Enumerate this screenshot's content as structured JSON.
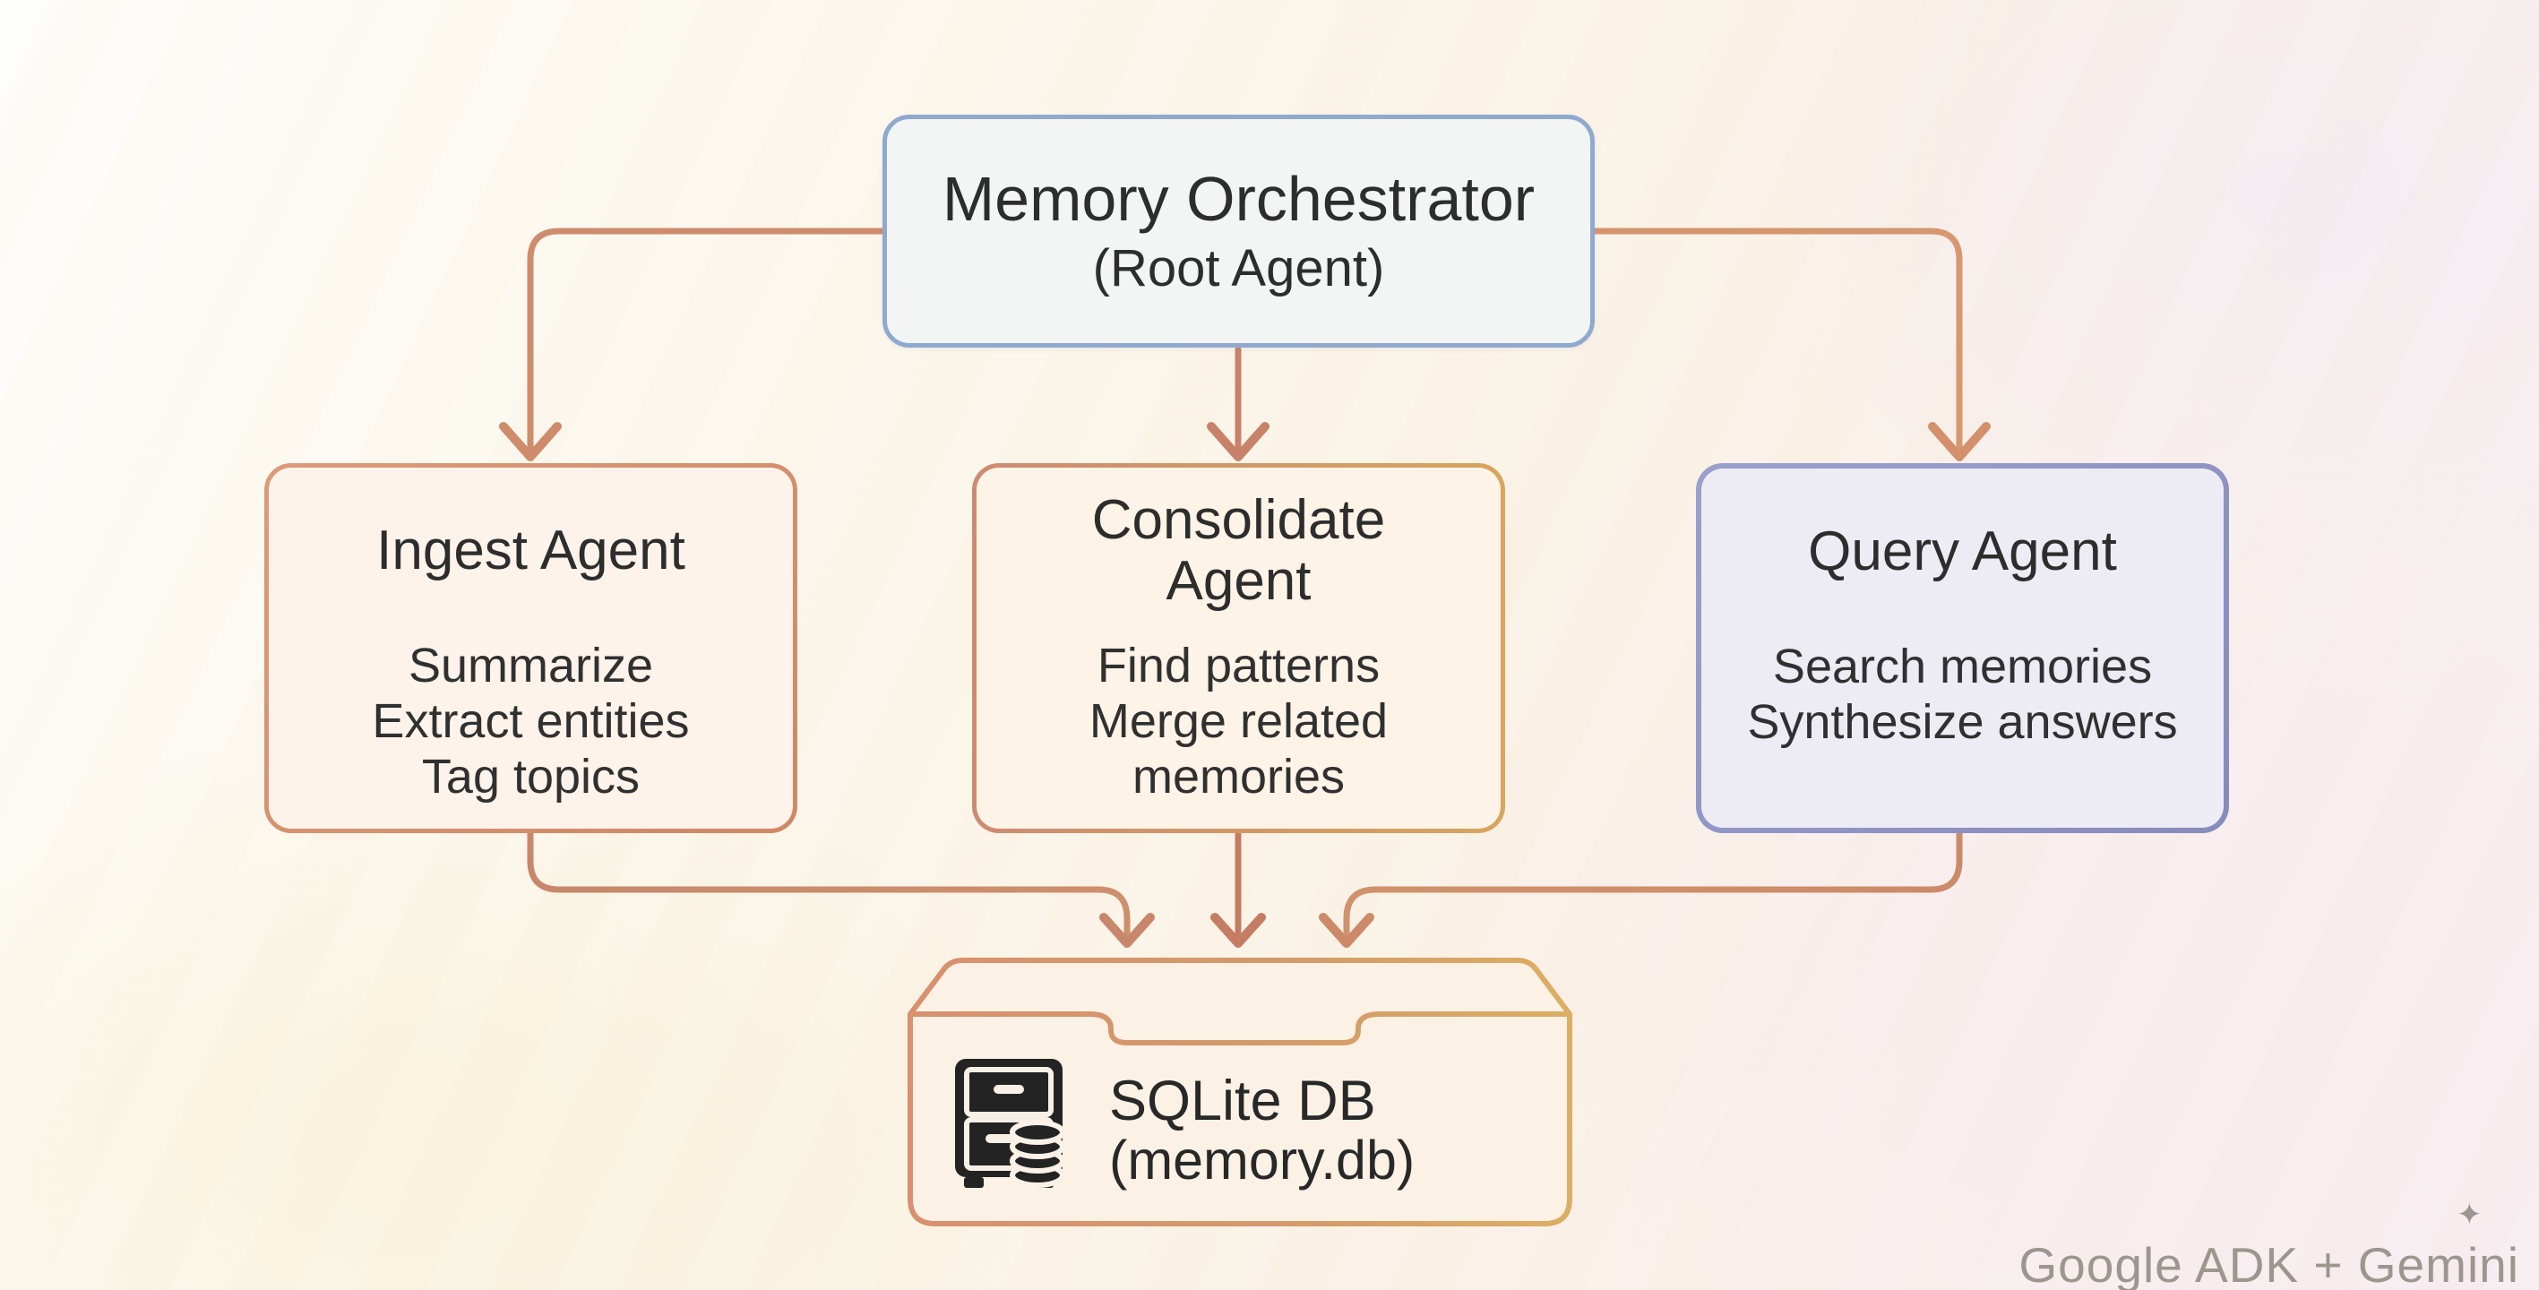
{
  "diagram": {
    "root": {
      "title": "Memory Orchestrator",
      "subtitle": "(Root Agent)"
    },
    "agents": {
      "ingest": {
        "title": "Ingest Agent",
        "tasks": [
          "Summarize",
          "Extract entities",
          "Tag topics"
        ]
      },
      "consolidate": {
        "title": "Consolidate Agent",
        "tasks": [
          "Find patterns",
          "Merge related memories"
        ]
      },
      "query": {
        "title": "Query Agent",
        "tasks": [
          "Search memories",
          "Synthesize answers"
        ]
      }
    },
    "database": {
      "title": "SQLite DB",
      "subtitle": "(memory.db)",
      "icon": "filing-cabinet-database-icon"
    },
    "watermark": {
      "text": "Google ADK + Gemini",
      "sparkle": "✦"
    },
    "colors": {
      "root_border": "#8fa9cf",
      "root_fill": "#f3f5f4",
      "ingest_border": "#d3906f",
      "ingest_fill": "#fdf3ea",
      "consolidate_border_left": "#cd8b72",
      "consolidate_border_right": "#d7a55e",
      "consolidate_fill": "#fdf3e6",
      "query_border": "#8e93c4",
      "query_fill": "#edebf4",
      "db_stroke_left": "#d9906e",
      "db_stroke_right": "#dcae62",
      "db_fill": "#fcf1e5",
      "arrow": "#cc8668",
      "text": "#2d2d2d",
      "watermark_gray": "#9c968e"
    }
  }
}
